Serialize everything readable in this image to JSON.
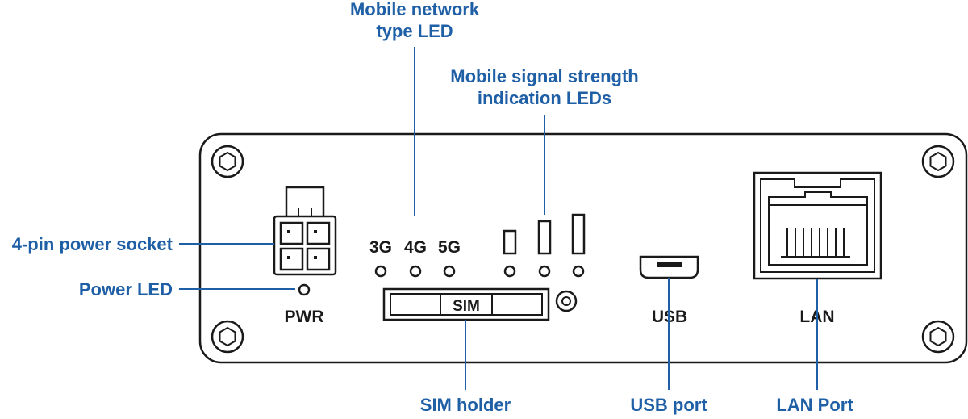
{
  "callouts": {
    "mobile_network_type_led": [
      "Mobile network",
      "type LED"
    ],
    "mobile_signal_strength_leds": [
      "Mobile signal strength",
      "indication LEDs"
    ],
    "power_socket": "4-pin power socket",
    "power_led": "Power LED",
    "sim_holder": "SIM holder",
    "usb_port": "USB port",
    "lan_port": "LAN Port"
  },
  "panel_labels": {
    "net_3g": "3G",
    "net_4g": "4G",
    "net_5g": "5G",
    "pwr": "PWR",
    "sim": "SIM",
    "usb": "USB",
    "lan": "LAN"
  },
  "colors": {
    "callout": "#1f5fa6",
    "device": "#1a1a1a"
  }
}
